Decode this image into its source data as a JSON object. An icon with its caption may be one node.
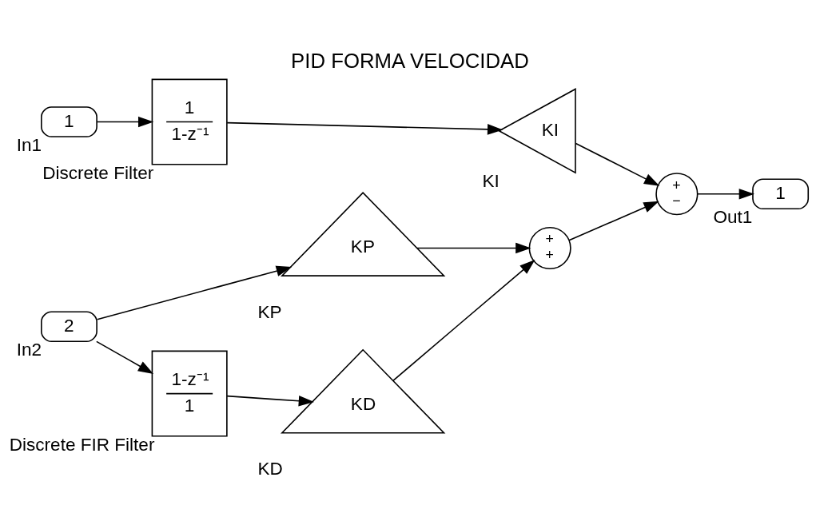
{
  "diagram": {
    "title": "PID FORMA VELOCIDAD",
    "nodes": [
      {
        "text": [
          "1"
        ],
        "beside": [
          "In1"
        ]
      },
      {
        "text": [
          "1",
          "1-z⁻¹"
        ],
        "beside": [
          "Discrete Filter"
        ]
      },
      {
        "text": [
          "KI"
        ],
        "beside": [
          "KI"
        ]
      },
      {
        "text": [
          "+",
          "−"
        ]
      },
      {
        "text": [
          "1"
        ],
        "beside": [
          "Out1"
        ]
      },
      {
        "text": [
          "+",
          "+"
        ]
      },
      {
        "text": [
          "KD"
        ],
        "beside": [
          "KD"
        ]
      },
      {
        "text": [
          "KP"
        ],
        "beside": [
          "KP"
        ]
      },
      {
        "text": [
          "1-z⁻¹",
          "1"
        ],
        "beside": [
          "Discrete FIR Filter"
        ]
      },
      {
        "text": [
          "2"
        ],
        "beside": [
          "In2"
        ]
      }
    ],
    "edges": [
      {
        "from": 0,
        "to": 1,
        "arrow": "to"
      },
      {
        "from": 1,
        "to": 2,
        "arrow": "to"
      },
      {
        "from": 2,
        "to": 3,
        "arrow": "to"
      },
      {
        "from": 3,
        "to": 4,
        "arrow": "to"
      },
      {
        "from": 5,
        "to": 3,
        "arrow": "to"
      },
      {
        "from": 6,
        "to": 5,
        "arrow": "to"
      },
      {
        "from": 7,
        "to": 5,
        "arrow": "to"
      },
      {
        "from": 8,
        "to": 6,
        "arrow": "to"
      },
      {
        "from": 9,
        "to": 8,
        "arrow": "to"
      },
      {
        "from": 9,
        "to": 7,
        "arrow": "to"
      }
    ]
  }
}
